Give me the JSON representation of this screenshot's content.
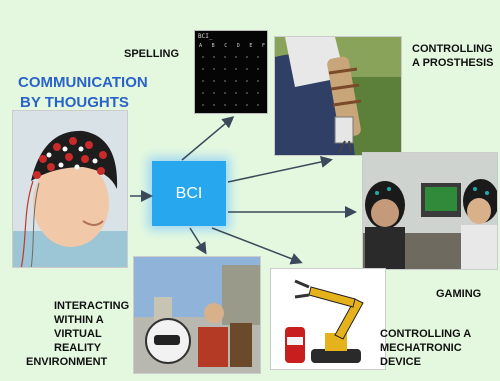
{
  "title_line1": "COMMUNICATION",
  "title_line2": "BY THOUGHTS",
  "center": "BCI",
  "labels": {
    "spelling": "SPELLING",
    "prosthesis_1": "CONTROLLING",
    "prosthesis_2": "A PROSTHESIS",
    "gaming": "GAMING",
    "vr_1": "INTERACTING",
    "vr_2": "WITHIN A",
    "vr_3": "VIRTUAL",
    "vr_4": "REALITY",
    "vr_5": "ENVIRONMENT",
    "mech_1": "CONTROLLING A",
    "mech_2": "MECHATRONIC",
    "mech_3": "DEVICE"
  },
  "spelling_screen": {
    "header": "BCI_",
    "grid": [
      "A",
      "B",
      "C",
      "D",
      "E",
      "F"
    ]
  },
  "colors": {
    "background": "#e4f8df",
    "bci_box": "#27a8ee",
    "title": "#2a63c8",
    "arrow": "#3a4a5a"
  }
}
